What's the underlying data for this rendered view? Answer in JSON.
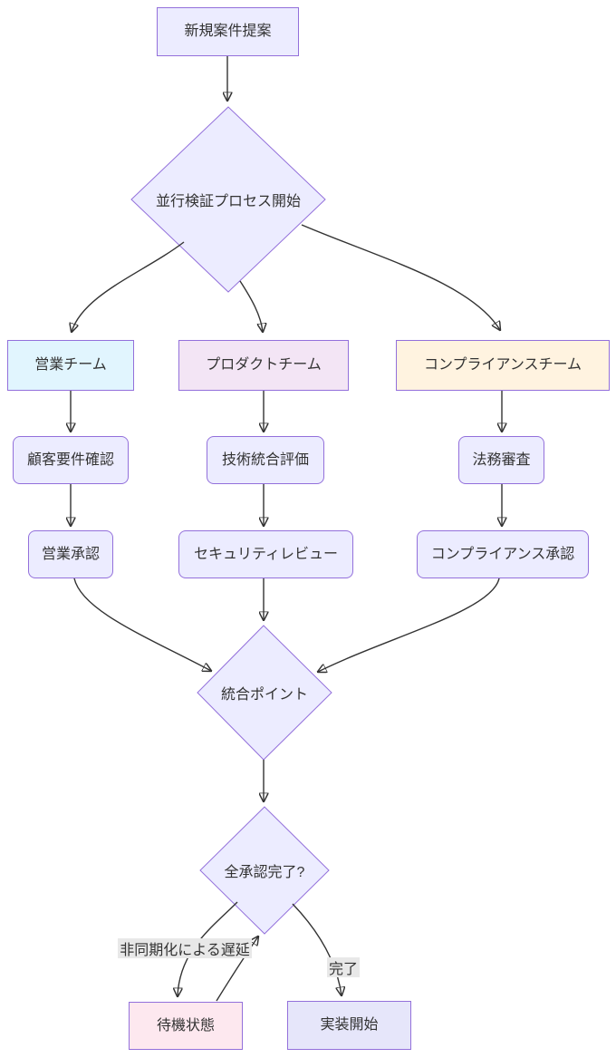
{
  "diagram": {
    "type": "flowchart-top-down",
    "nodes": {
      "proposal": {
        "label": "新規案件提案"
      },
      "parallel_start": {
        "label": "並行検証プロセス開始"
      },
      "sales_team": {
        "label": "営業チーム"
      },
      "product_team": {
        "label": "プロダクトチーム"
      },
      "compliance_team": {
        "label": "コンプライアンスチーム"
      },
      "customer_req": {
        "label": "顧客要件確認"
      },
      "tech_eval": {
        "label": "技術統合評価"
      },
      "legal_review": {
        "label": "法務審査"
      },
      "sales_approval": {
        "label": "営業承認"
      },
      "security_review": {
        "label": "セキュリティレビュー"
      },
      "compliance_approval": {
        "label": "コンプライアンス承認"
      },
      "integration_point": {
        "label": "統合ポイント"
      },
      "all_approved": {
        "label": "全承認完了?"
      },
      "wait_state": {
        "label": "待機状態"
      },
      "impl_start": {
        "label": "実装開始"
      }
    },
    "edge_labels": {
      "async_delay": "非同期化による遅延",
      "done": "完了"
    },
    "colors": {
      "node_fill": "#ECECFF",
      "node_border": "#9370DB",
      "sales_fill": "#E1F5FE",
      "product_fill": "#F3E5F5",
      "compliance_fill": "#FFF3E0",
      "wait_fill": "#FDE8EF",
      "impl_fill": "#E6E6FA",
      "edge_stroke": "#333333",
      "edge_label_bg": "#E8E8E8",
      "text": "#333333",
      "background": "#FFFFFF"
    }
  }
}
